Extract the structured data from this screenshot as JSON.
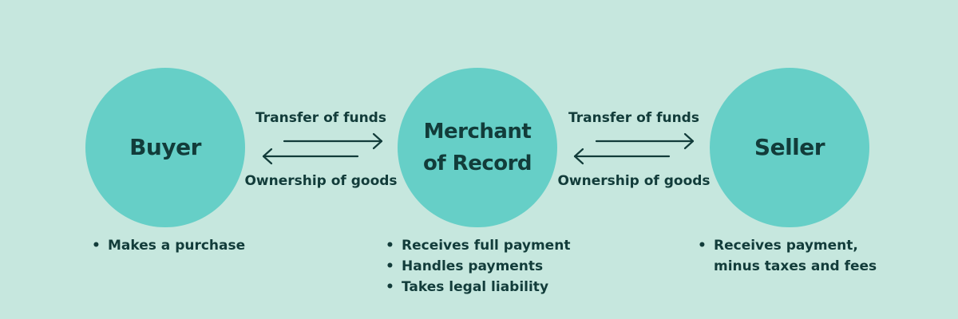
{
  "nodes": {
    "buyer": "Buyer",
    "mor_line1": "Merchant",
    "mor_line2": "of Record",
    "seller": "Seller"
  },
  "flows": {
    "left": {
      "top": "Transfer of funds",
      "bottom": "Ownership of goods"
    },
    "right": {
      "top": "Transfer of funds",
      "bottom": "Ownership of goods"
    }
  },
  "bullets": {
    "buyer": [
      "Makes a purchase"
    ],
    "mor": [
      "Receives full payment",
      "Handles payments",
      "Takes legal liability"
    ],
    "seller_line1": "Receives payment,",
    "seller_line2": "minus taxes and fees"
  },
  "colors": {
    "background": "#c6e7de",
    "node_fill": "#66cfc7",
    "text": "#123c3a"
  }
}
